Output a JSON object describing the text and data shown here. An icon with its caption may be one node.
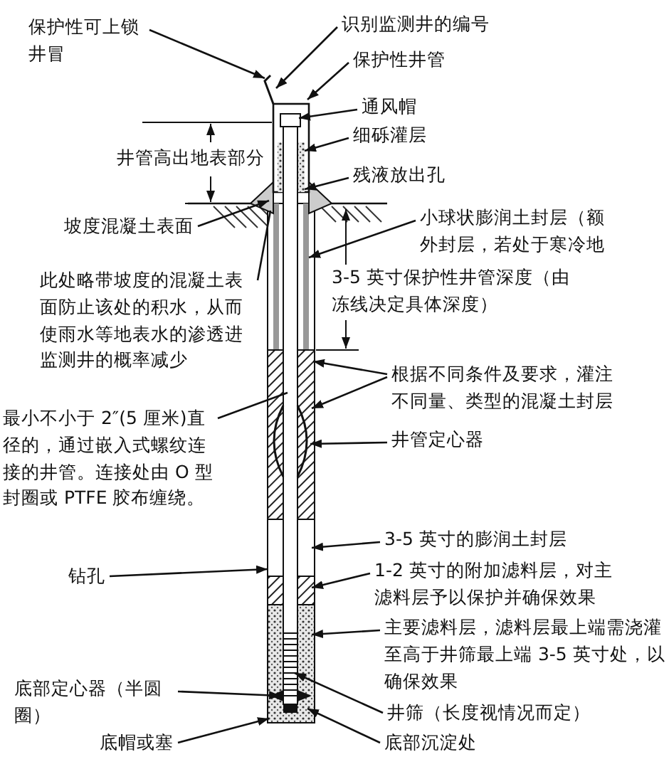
{
  "diagram": {
    "nodes": [
      {
        "text": [
          "保护性可上锁井冒"
        ]
      },
      {
        "text": [
          "识别监测井的编号"
        ]
      },
      {
        "text": [
          "保护性井管"
        ]
      },
      {
        "text": [
          "通风帽"
        ]
      },
      {
        "text": [
          "细砾灌层"
        ]
      },
      {
        "text": [
          "残液放出孔"
        ]
      },
      {
        "text": [
          "坡度混凝土表面"
        ]
      },
      {
        "text": [
          "小球状膨润土封层（额外封层，若处于寒冷地"
        ]
      },
      {
        "text": [
          "此处略带坡度的混凝土表面防止该处的积水，从而使雨水等地表水的渗透进监测井的概率减少"
        ]
      },
      {
        "text": [
          "根据不同条件及要求，灌注不同量、类型的混凝土封层"
        ]
      },
      {
        "text": [
          "最小不小于 2″(5 厘米)直径的，通过嵌入式螺纹连接的井管。连接处由 O 型封圈或 PTFE 胶布缠绕。"
        ]
      },
      {
        "text": [
          "井管定心器"
        ]
      },
      {
        "text": [
          "3-5 英寸的膨润土封层"
        ]
      },
      {
        "text": [
          "钻孔"
        ]
      },
      {
        "text": [
          "1-2 英寸的附加滤料层，对主滤料层予以保护并确保效果"
        ]
      },
      {
        "text": [
          "主要滤料层，滤料层最上端需浇灌至高于井筛最上端 3-5 英寸处，以确保效果"
        ]
      },
      {
        "text": [
          "底部定心器（半圆圈）"
        ]
      },
      {
        "text": [
          "井筛（长度视情况而定）"
        ]
      },
      {
        "text": [
          "底帽或塞"
        ]
      },
      {
        "text": [
          "底部沉淀处"
        ]
      }
    ],
    "edges": [
      {
        "from": 0,
        "to": null,
        "arrow": "to"
      },
      {
        "from": 1,
        "to": null,
        "arrow": "to"
      },
      {
        "from": 2,
        "to": null,
        "arrow": "to"
      },
      {
        "from": 3,
        "to": null,
        "arrow": "to"
      },
      {
        "from": 4,
        "to": null,
        "arrow": "to"
      },
      {
        "from": 5,
        "to": null,
        "arrow": "to"
      },
      {
        "from": 6,
        "to": null,
        "arrow": "to"
      },
      {
        "from": 7,
        "to": null,
        "arrow": "to"
      },
      {
        "from": 8,
        "to": null,
        "arrow": "none"
      },
      {
        "from": 9,
        "to": null,
        "arrow": "to"
      },
      {
        "from": 9,
        "to": null,
        "arrow": "to"
      },
      {
        "from": 10,
        "to": null,
        "arrow": "none"
      },
      {
        "from": 11,
        "to": null,
        "arrow": "to"
      },
      {
        "from": 12,
        "to": null,
        "arrow": "to"
      },
      {
        "from": 13,
        "to": null,
        "arrow": "to"
      },
      {
        "from": 14,
        "to": null,
        "arrow": "to"
      },
      {
        "from": 15,
        "to": null,
        "arrow": "to"
      },
      {
        "from": 16,
        "to": null,
        "arrow": "to"
      },
      {
        "from": 17,
        "to": null,
        "arrow": "to"
      },
      {
        "from": 18,
        "to": null,
        "arrow": "to"
      },
      {
        "from": 19,
        "to": null,
        "arrow": "to"
      }
    ],
    "labels": [
      "井管高出地表部分",
      "3-5 英寸保护性井管深度（由冻线决定具体深度）"
    ]
  }
}
